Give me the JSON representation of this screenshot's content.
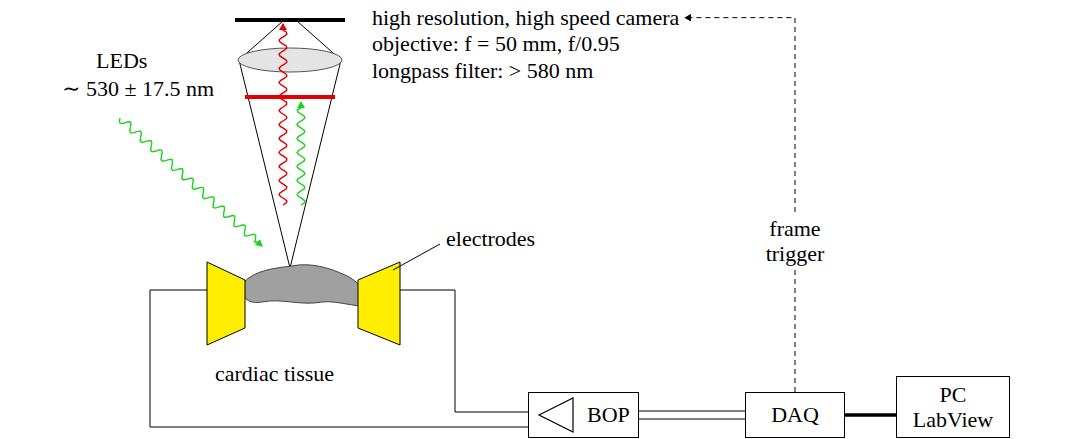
{
  "diagram": {
    "nodes": [
      {
        "text": [
          "BOP"
        ]
      },
      {
        "text": [
          "DAQ"
        ]
      },
      {
        "text": [
          "PC LabView"
        ]
      }
    ],
    "edges": [
      {
        "from": 0,
        "to": 1,
        "arrow": "none"
      },
      {
        "from": 1,
        "to": 2,
        "arrow": "none"
      }
    ],
    "labels": [
      "LEDs",
      "∼ 530 ± 17.5 nm",
      "high resolution, high speed camera",
      "objective: f = 50 mm, f/0.95",
      "longpass filter: > 580 nm",
      "frame trigger",
      "electrodes",
      "cardiac tissue"
    ]
  }
}
